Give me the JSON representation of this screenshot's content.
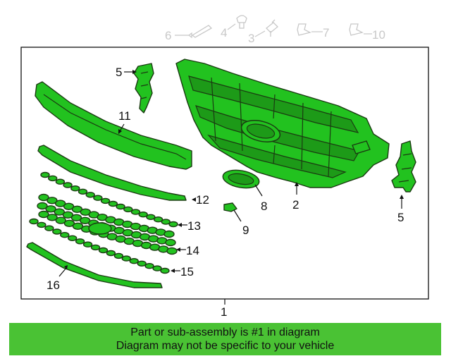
{
  "header_callouts": [
    "6",
    "4",
    "3",
    "7",
    "10"
  ],
  "callouts": {
    "grille_assembly": "1",
    "grille_frame": "2",
    "bracket": "5",
    "emblem": "8",
    "clip": "9",
    "upper_molding": "11",
    "strip_12": "12",
    "mesh_13": "13",
    "mesh_14": "14",
    "mesh_15": "15",
    "lower_strip": "16"
  },
  "banner": {
    "line1": "Part or sub-assembly is #1 in diagram",
    "line2": "Diagram may not be specific to your vehicle"
  },
  "colors": {
    "part_fill": "#22c21f",
    "banner_bg": "#4ac234",
    "header_gray": "#c8c8c8"
  }
}
